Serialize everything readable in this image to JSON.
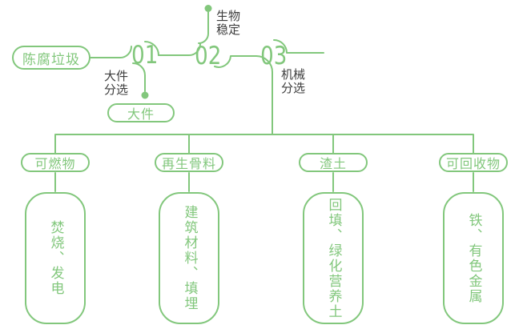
{
  "palette": {
    "green": "#82c77c",
    "dark_text": "#3d3d3d",
    "background": "#ffffff"
  },
  "source": {
    "label": "陈腐垃圾"
  },
  "steps": [
    {
      "number": "01",
      "label_line1": "大件",
      "label_line2": "分选",
      "output_label": "大件"
    },
    {
      "number": "02",
      "label_line1": "生物",
      "label_line2": "稳定"
    },
    {
      "number": "03",
      "label_line1": "机械",
      "label_line2": "分选"
    }
  ],
  "categories": [
    {
      "label": "可燃物",
      "detail": "焚烧、发电"
    },
    {
      "label": "再生骨料",
      "detail": "建筑材料、填埋"
    },
    {
      "label": "渣土",
      "detail": "回填、绿化营养土"
    },
    {
      "label": "可回收物",
      "detail": "铁、有色金属"
    }
  ]
}
